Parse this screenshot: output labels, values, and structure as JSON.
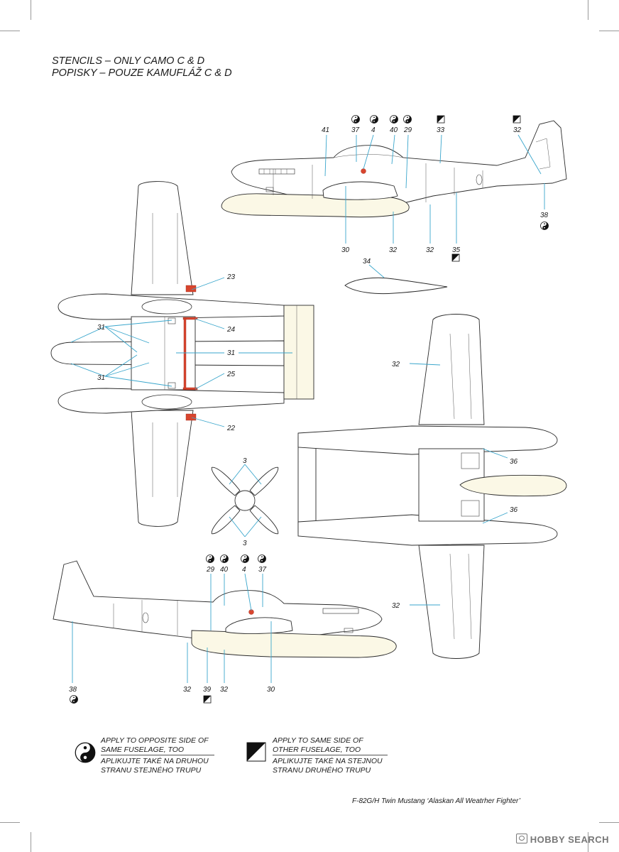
{
  "title": {
    "line1": "STENCILS – ONLY CAMO C & D",
    "line2": "POPISKY – POUZE KAMUFLÁŽ C & D"
  },
  "callouts": {
    "side_upper": {
      "c41": "41",
      "c37": "37",
      "c4": "4",
      "c40": "40",
      "c29": "29",
      "c33": "33",
      "c32a": "32",
      "c38": "38",
      "c30": "30",
      "c32b": "32",
      "c32c": "32",
      "c35": "35"
    },
    "drop_tank": {
      "c34": "34"
    },
    "top_view": {
      "c23": "23",
      "c24": "24",
      "c25": "25",
      "c22": "22",
      "c31a": "31",
      "c31b": "31",
      "c31c": "31"
    },
    "propeller": {
      "c3a": "3",
      "c3b": "3"
    },
    "bottom_view": {
      "c32a": "32",
      "c36a": "36",
      "c36b": "36",
      "c32b": "32"
    },
    "side_lower": {
      "c29": "29",
      "c40": "40",
      "c4": "4",
      "c37": "37",
      "c38": "38",
      "c32a": "32",
      "c39": "39",
      "c32b": "32",
      "c30": "30"
    }
  },
  "legend": {
    "opposite_side": {
      "icon": "yin-yang-icon",
      "en_line1": "APPLY TO OPPOSITE SIDE OF",
      "en_line2": "SAME FUSELAGE, TOO",
      "cz_line1": "APLIKUJTE TAKÉ NA DRUHOU",
      "cz_line2": "STRANU STEJNÉHO TRUPU"
    },
    "same_side": {
      "icon": "diagonal-square-icon",
      "en_line1": "APPLY TO SAME SIDE OF",
      "en_line2": "OTHER FUSELAGE, TOO",
      "cz_line1": "APLIKUJTE TAKÉ NA STEJNOU",
      "cz_line2": "STRANU DRUHÉHO TRUPU"
    }
  },
  "footer": "F-82G/H Twin Mustang ‘Alaskan All Weatrher Fighter’",
  "watermark": "HOBBY SEARCH",
  "colors": {
    "leader": "#3aa6cc",
    "stencil_red": "#d8452e",
    "tank_cream": "#fbf8e6"
  }
}
